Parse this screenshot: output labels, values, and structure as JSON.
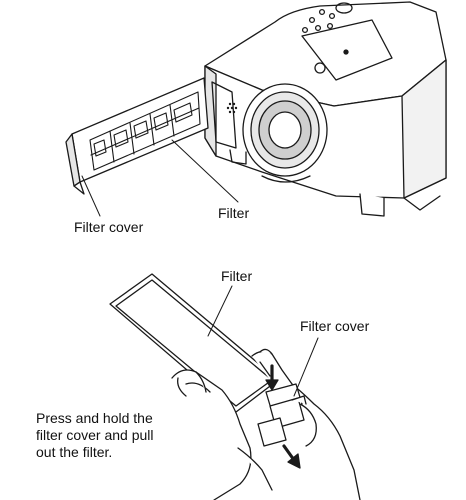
{
  "figure_top": {
    "label_filter": "Filter",
    "label_filter_cover": "Filter cover"
  },
  "figure_bottom": {
    "label_filter": "Filter",
    "label_filter_cover": "Filter cover",
    "instruction_lines": [
      "Press and hold the",
      "filter cover and pull",
      "out the filter."
    ]
  },
  "colors": {
    "line": "#1a1a1a",
    "background": "#ffffff",
    "shade": "#d9d9d9"
  }
}
